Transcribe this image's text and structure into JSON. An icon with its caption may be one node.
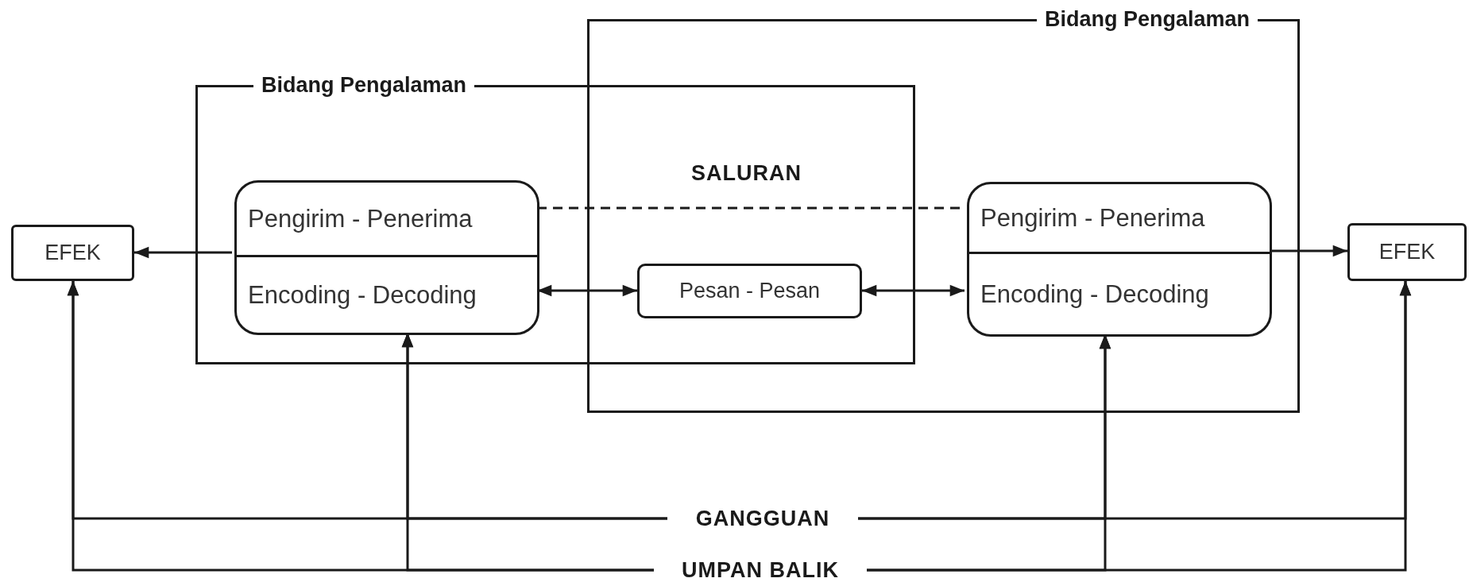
{
  "diagram": {
    "nodes": [
      {
        "text": [
          "EFEK"
        ]
      },
      {
        "text": [
          "Bidang Pengalaman"
        ]
      },
      {
        "text": [
          "Pengirim - Penerima",
          "Encoding - Decoding"
        ],
        "in": 1
      },
      {
        "text": [
          "Bidang Pengalaman"
        ]
      },
      {
        "text": [
          "Pesan - Pesan"
        ]
      },
      {
        "text": [
          "Pengirim - Penerima",
          "Encoding - Decoding"
        ],
        "in": 3
      },
      {
        "text": [
          "EFEK"
        ]
      },
      {
        "text": [
          "GANGGUAN"
        ]
      },
      {
        "text": [
          "UMPAN BALIK"
        ]
      }
    ],
    "edges": [
      {
        "from": 2,
        "to": 0,
        "arrow": "to"
      },
      {
        "from": 2,
        "to": 5,
        "arrow": "none",
        "style": "dashed"
      },
      {
        "from": 2,
        "to": 4,
        "arrow": "both"
      },
      {
        "from": 4,
        "to": 5,
        "arrow": "both"
      },
      {
        "from": 5,
        "to": 6,
        "arrow": "to"
      },
      {
        "from": 7,
        "to": 0,
        "arrow": "to"
      },
      {
        "from": 7,
        "to": 2,
        "arrow": "to"
      },
      {
        "from": 7,
        "to": 5,
        "arrow": "to"
      },
      {
        "from": 7,
        "to": 6,
        "arrow": "to"
      },
      {
        "from": 8,
        "to": 0,
        "arrow": "to"
      },
      {
        "from": 8,
        "to": 2,
        "arrow": "to"
      },
      {
        "from": 8,
        "to": 5,
        "arrow": "to"
      },
      {
        "from": 8,
        "to": 6,
        "arrow": "to"
      }
    ],
    "labels": [
      "SALURAN"
    ]
  }
}
